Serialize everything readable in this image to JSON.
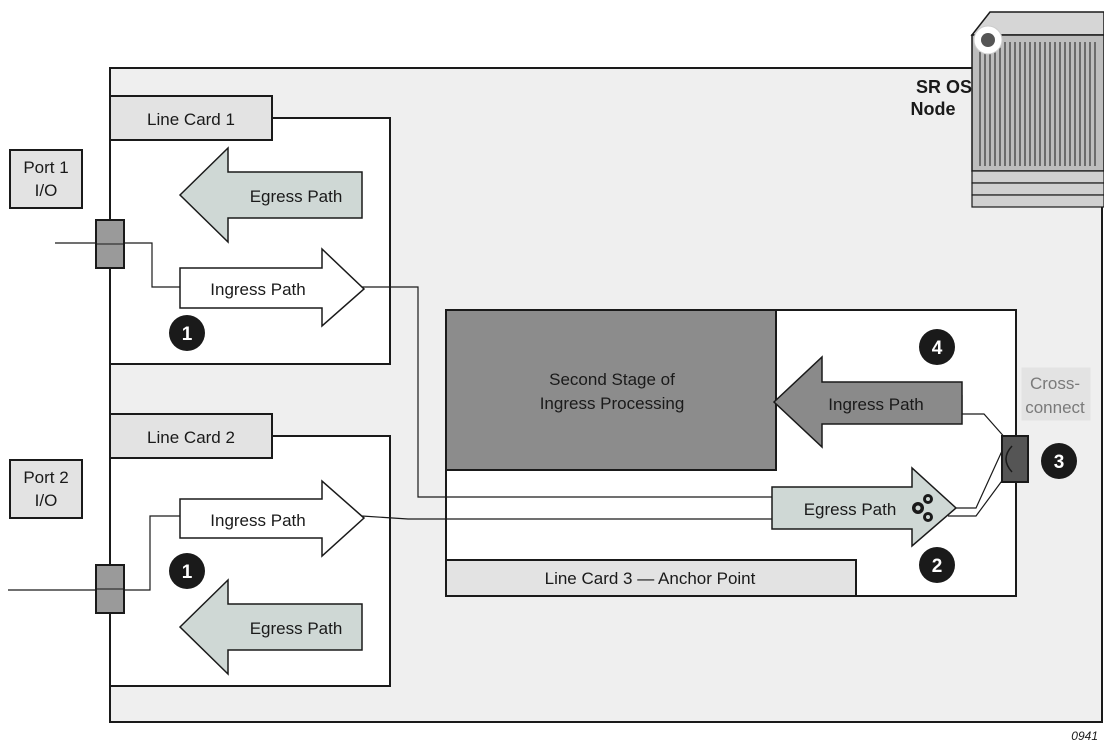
{
  "node": {
    "title_line1": "SR OS",
    "title_line2": "Node"
  },
  "line_cards": {
    "card1": "Line Card 1",
    "card2": "Line Card 2",
    "card3": "Line Card 3 — Anchor Point"
  },
  "ports": {
    "port1_line1": "Port 1",
    "port1_line2": "I/O",
    "port2_line1": "Port 2",
    "port2_line2": "I/O"
  },
  "paths": {
    "card1_egress": "Egress Path",
    "card1_ingress": "Ingress Path",
    "card2_ingress": "Ingress Path",
    "card2_egress": "Egress Path",
    "card3_ingress": "Ingress Path",
    "card3_egress": "Egress Path"
  },
  "second_stage": {
    "line1": "Second Stage of",
    "line2": "Ingress Processing"
  },
  "cross_connect": {
    "line1": "Cross-",
    "line2": "connect"
  },
  "steps": {
    "card1": "1",
    "card2": "1",
    "egress": "2",
    "cross_connect": "3",
    "ingress": "4"
  },
  "figure_id": "0941",
  "colors": {
    "node_fill": "#efefef",
    "card_label_fill": "#e3e3e3",
    "arrow_light": "#cfd8d5",
    "processing_fill": "#8c8c8c",
    "ingress_dark_arrow": "#8a8a8a",
    "port_fill": "#9a9a9a",
    "step_badge": "#1a1a1a"
  }
}
